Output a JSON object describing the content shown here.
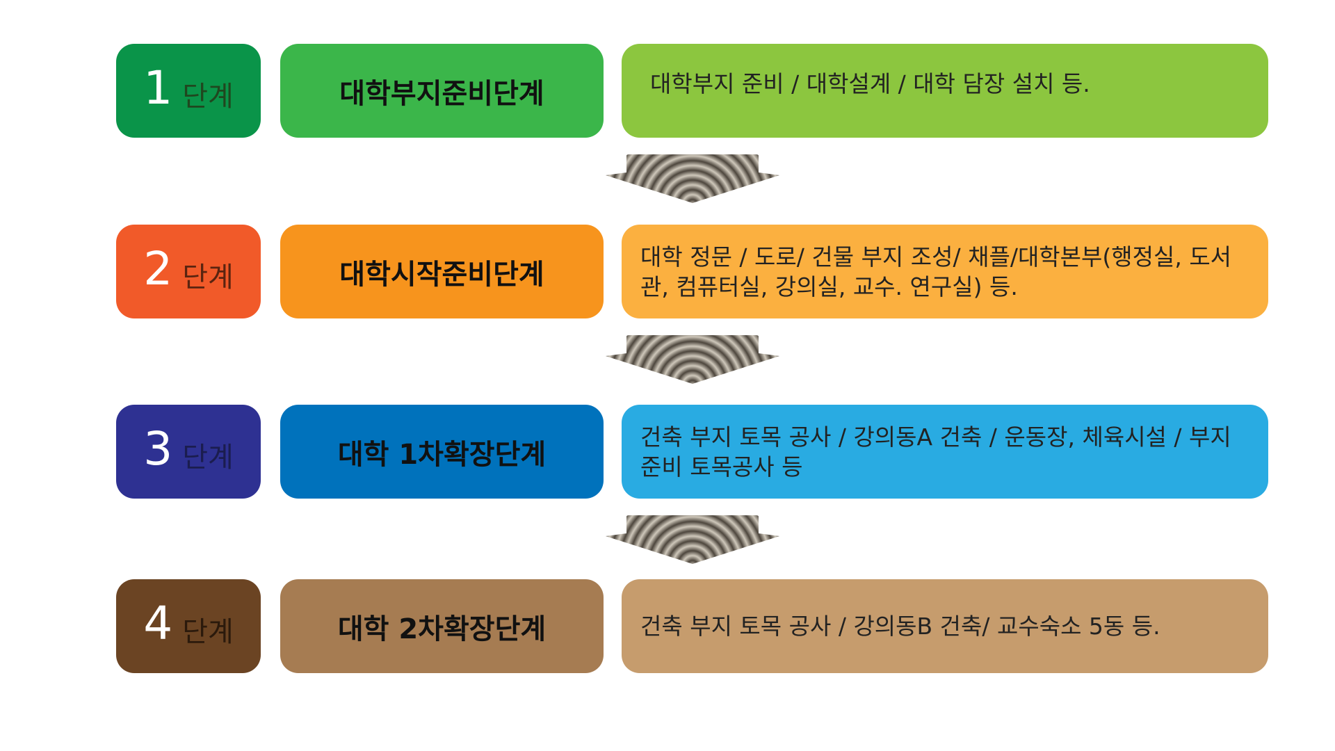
{
  "stages": [
    {
      "number": "1",
      "unit": "단계",
      "title": "대학부지준비단계",
      "description": "대학부지 준비 / 대학설계 / 대학 담장 설치 등.",
      "colors": {
        "number_box": "#0a9449",
        "title_box": "#3bb64a",
        "desc_box": "#8cc63f",
        "unit_text": "#20471f"
      }
    },
    {
      "number": "2",
      "unit": "단계",
      "title": "대학시작준비단계",
      "description": "대학 정문 / 도로/ 건물 부지 조성/ 채플/대학본부(행정실, 도서관, 컴퓨터실, 강의실, 교수. 연구실) 등.",
      "colors": {
        "number_box": "#f15a29",
        "title_box": "#f7941d",
        "desc_box": "#fbb040",
        "unit_text": "#5a2410"
      }
    },
    {
      "number": "3",
      "unit": "단계",
      "title": "대학 1차확장단계",
      "description": "건축 부지 토목 공사 / 강의동A 건축 / 운동장, 체육시설 / 부지준비 토목공사 등",
      "colors": {
        "number_box": "#2e3192",
        "title_box": "#0072bc",
        "desc_box": "#29abe2",
        "unit_text": "#1b1d4f"
      }
    },
    {
      "number": "4",
      "unit": "단계",
      "title": "대학 2차확장단계",
      "description": "건축 부지 토목 공사 / 강의동B 건축/ 교수숙소 5동    등.",
      "colors": {
        "number_box": "#6b4423",
        "title_box": "#a67c52",
        "desc_box": "#c69c6d",
        "unit_text": "#2b1a0c"
      }
    }
  ],
  "arrows": [
    {
      "icon": "down-arrow-icon"
    },
    {
      "icon": "down-arrow-icon"
    },
    {
      "icon": "down-arrow-icon"
    }
  ]
}
